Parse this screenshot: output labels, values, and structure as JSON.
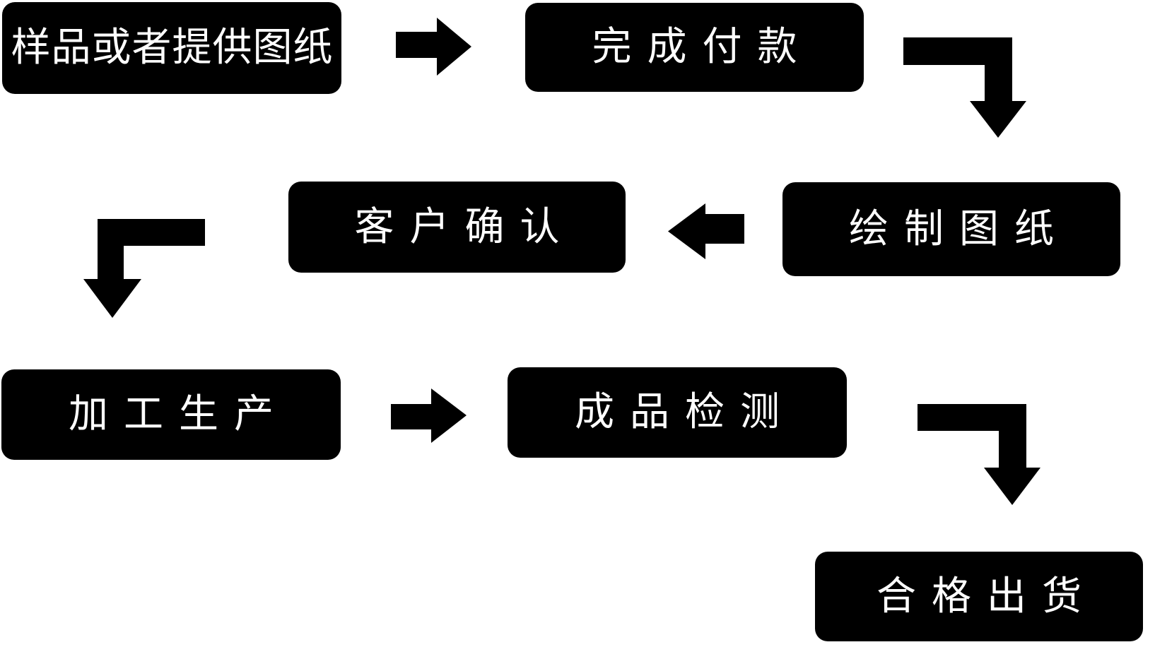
{
  "flowchart": {
    "colors": {
      "background": "#ffffff",
      "node_fill": "#000000",
      "node_text": "#ffffff",
      "arrow": "#000000"
    },
    "nodes": [
      {
        "id": "sample-or-drawings",
        "label": "样品或者提供图纸"
      },
      {
        "id": "payment",
        "label": "完成付款"
      },
      {
        "id": "customer-confirm",
        "label": "客户确认"
      },
      {
        "id": "draw-drawings",
        "label": "绘制图纸"
      },
      {
        "id": "production",
        "label": "加工生产"
      },
      {
        "id": "inspection",
        "label": "成品检测"
      },
      {
        "id": "shipment",
        "label": "合格出货"
      }
    ],
    "arrows": [
      {
        "icon": "arrow-right-icon",
        "from": "样品或者提供图纸",
        "to": "完成付款"
      },
      {
        "icon": "arrow-elbow-right-down-icon",
        "from": "完成付款",
        "to": "绘制图纸"
      },
      {
        "icon": "arrow-left-icon",
        "from": "绘制图纸",
        "to": "客户确认"
      },
      {
        "icon": "arrow-elbow-left-down-icon",
        "from": "客户确认",
        "to": "加工生产"
      },
      {
        "icon": "arrow-right-icon",
        "from": "加工生产",
        "to": "成品检测"
      },
      {
        "icon": "arrow-elbow-right-down-icon",
        "from": "成品检测",
        "to": "合格出货"
      }
    ]
  }
}
